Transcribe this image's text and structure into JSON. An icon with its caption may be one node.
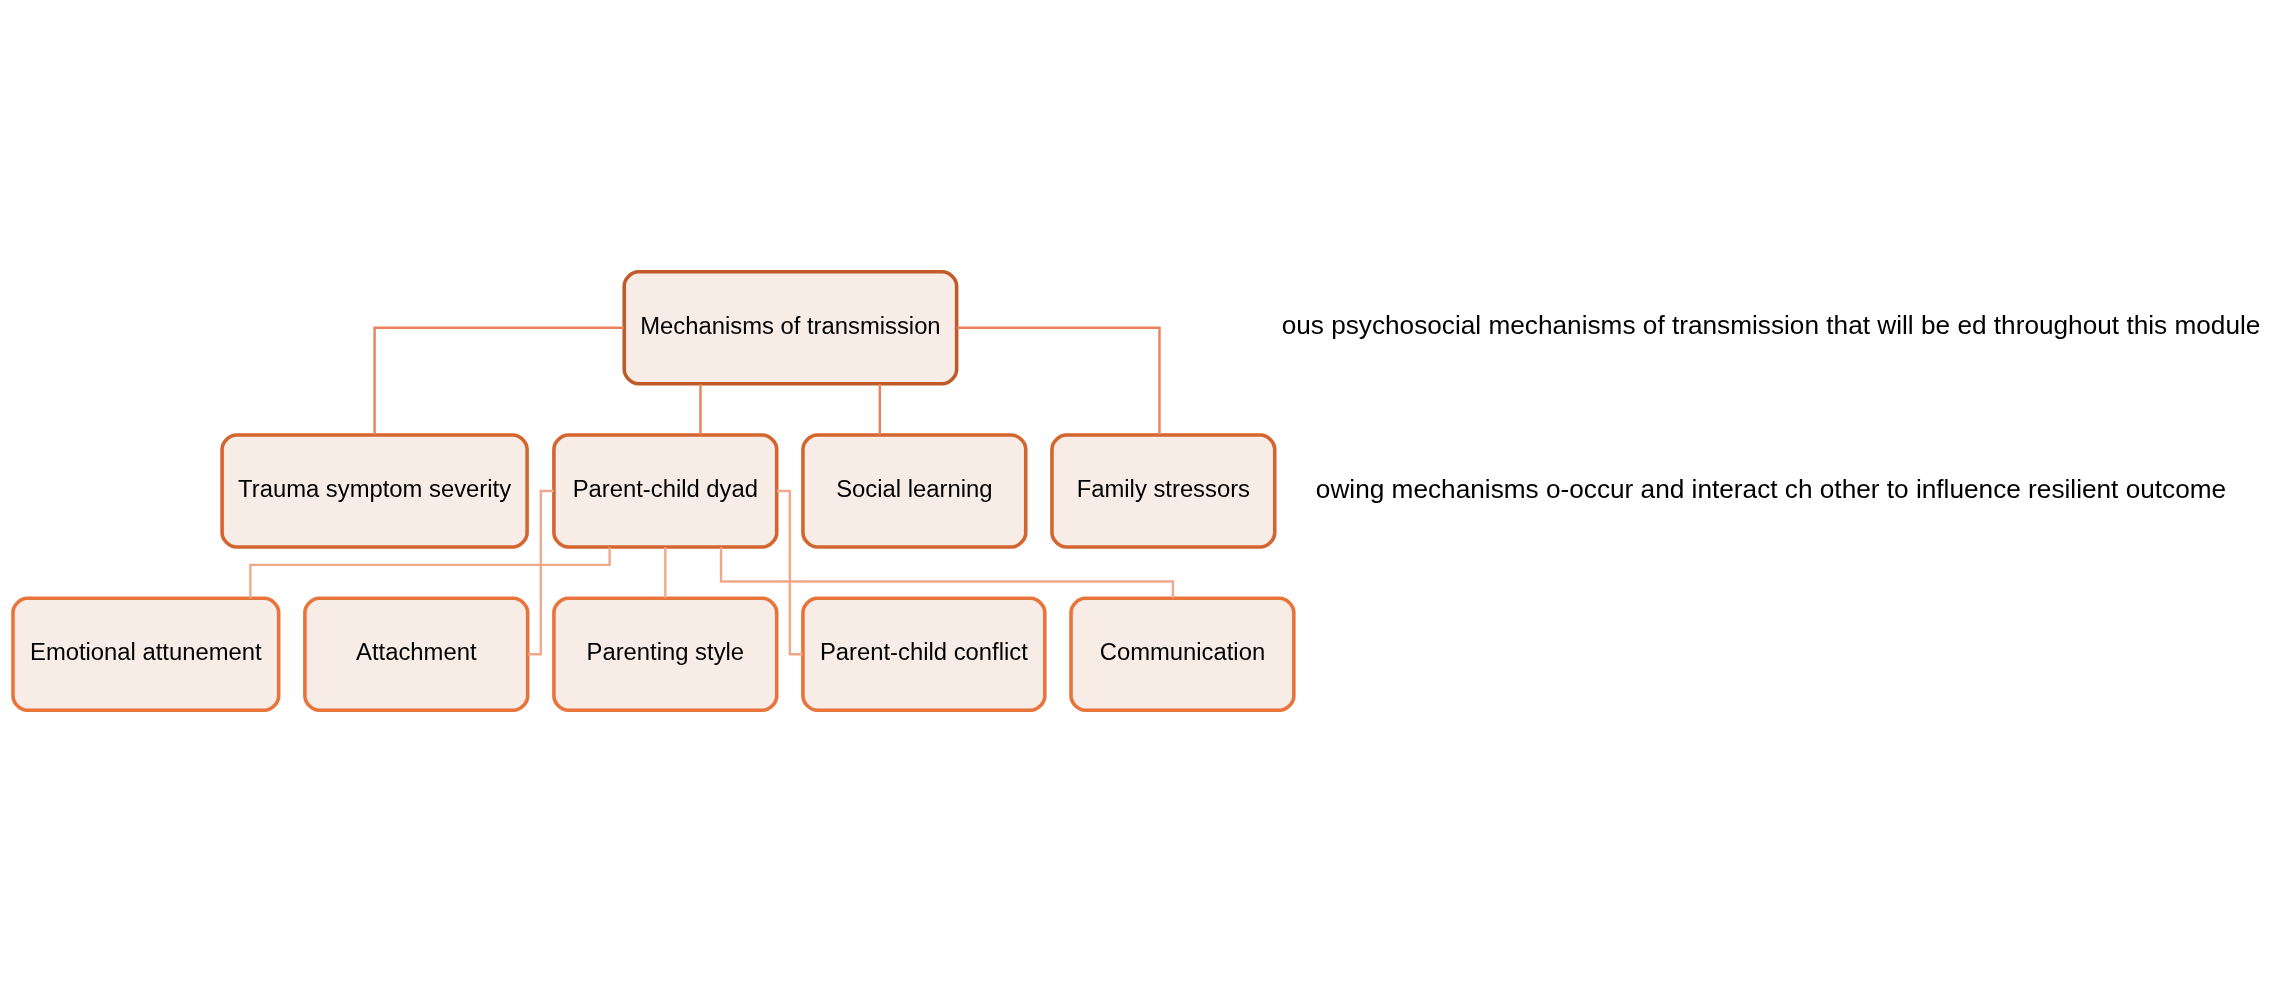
{
  "diagram": {
    "nodes": [
      {
        "text": [
          "Mechanisms of transmission"
        ]
      },
      {
        "text": [
          "Trauma symptom severity"
        ]
      },
      {
        "text": [
          "Parent-child dyad"
        ]
      },
      {
        "text": [
          "Social learning"
        ]
      },
      {
        "text": [
          "Family stressors"
        ]
      },
      {
        "text": [
          "Emotional attunement"
        ]
      },
      {
        "text": [
          "Attachment"
        ]
      },
      {
        "text": [
          "Parenting style"
        ]
      },
      {
        "text": [
          "Parent-child conflict"
        ]
      },
      {
        "text": [
          "Communication"
        ]
      }
    ],
    "edges": [
      {
        "from": 0,
        "to": 1,
        "arrow": "none"
      },
      {
        "from": 0,
        "to": 2,
        "arrow": "none"
      },
      {
        "from": 0,
        "to": 3,
        "arrow": "none"
      },
      {
        "from": 0,
        "to": 4,
        "arrow": "none"
      },
      {
        "from": 2,
        "to": 5,
        "arrow": "none",
        "color": "#f0a88a"
      },
      {
        "from": 2,
        "to": 6,
        "arrow": "none",
        "color": "#f0a88a"
      },
      {
        "from": 2,
        "to": 7,
        "arrow": "none",
        "color": "#f0a88a"
      },
      {
        "from": 2,
        "to": 8,
        "arrow": "none",
        "color": "#f0a88a"
      },
      {
        "from": 2,
        "to": 9,
        "arrow": "none",
        "color": "#f0a88a"
      }
    ],
    "labels": [
      "ous psychosocial mechanisms of transmission that will be ed throughout this module",
      "owing mechanisms o-occur and interact ch other to influence resilient outcome"
    ]
  }
}
